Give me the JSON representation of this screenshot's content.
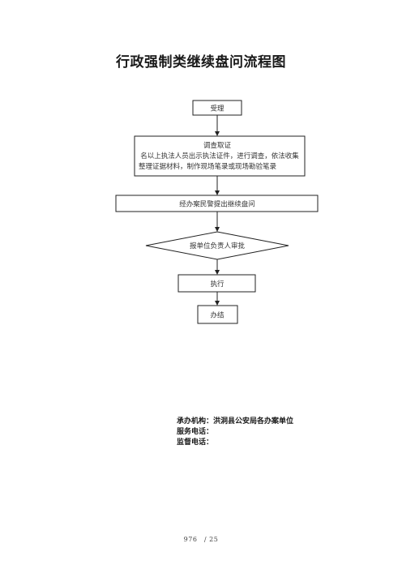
{
  "title": "行政强制类继续盘问流程图",
  "nodes": {
    "accept": "受理",
    "investigate_title": "调查取证",
    "investigate_line1": "名以上执法人员出示执法证件，进行调查，依法收集",
    "investigate_line2": "整理证据材料，制作现场笔录或现场勘验笔录",
    "propose": "经办案民警提出继续盘问",
    "approve": "报单位负责人审批",
    "execute": "执行",
    "close": "办结"
  },
  "footer": {
    "agency": "承办机构：洪洞县公安局各办案单位",
    "service_phone": "服务电话：",
    "supervision_phone": "监督电话："
  },
  "pager": "976　/ 25"
}
